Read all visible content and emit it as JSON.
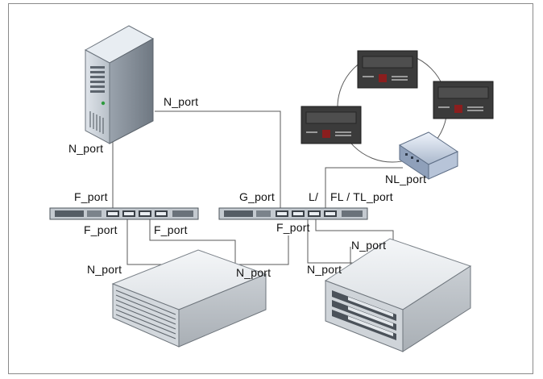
{
  "labels": {
    "server_top_n_port": "N_port",
    "server_left_n_port": "N_port",
    "switch1_f_port_top": "F_port",
    "switch1_f_port_bottom_left": "F_port",
    "switch1_f_port_bottom_right": "F_port",
    "switch2_g_port": "G_port",
    "switch2_l": "L/",
    "switch2_fl_tl_port": "FL / TL_port",
    "switch2_f_port_bottom": "F_port",
    "hub_nl_port": "NL_port",
    "jbod_n_port_left": "N_port",
    "jbod_n_port_right": "N_port",
    "storage_n_port_top": "N_port",
    "storage_n_port_left": "N_port"
  },
  "colors": {
    "line": "#5a5a5a",
    "device_light": "#e9ecef",
    "device_mid": "#c7ccd2",
    "device_dark": "#3a3a3a",
    "frame": "#8a8a8a"
  },
  "icons": [
    "server-tower-icon",
    "fc-switch-icon",
    "tape-drive-icon",
    "loop-hub-icon",
    "disk-array-icon",
    "storage-enclosure-icon"
  ]
}
